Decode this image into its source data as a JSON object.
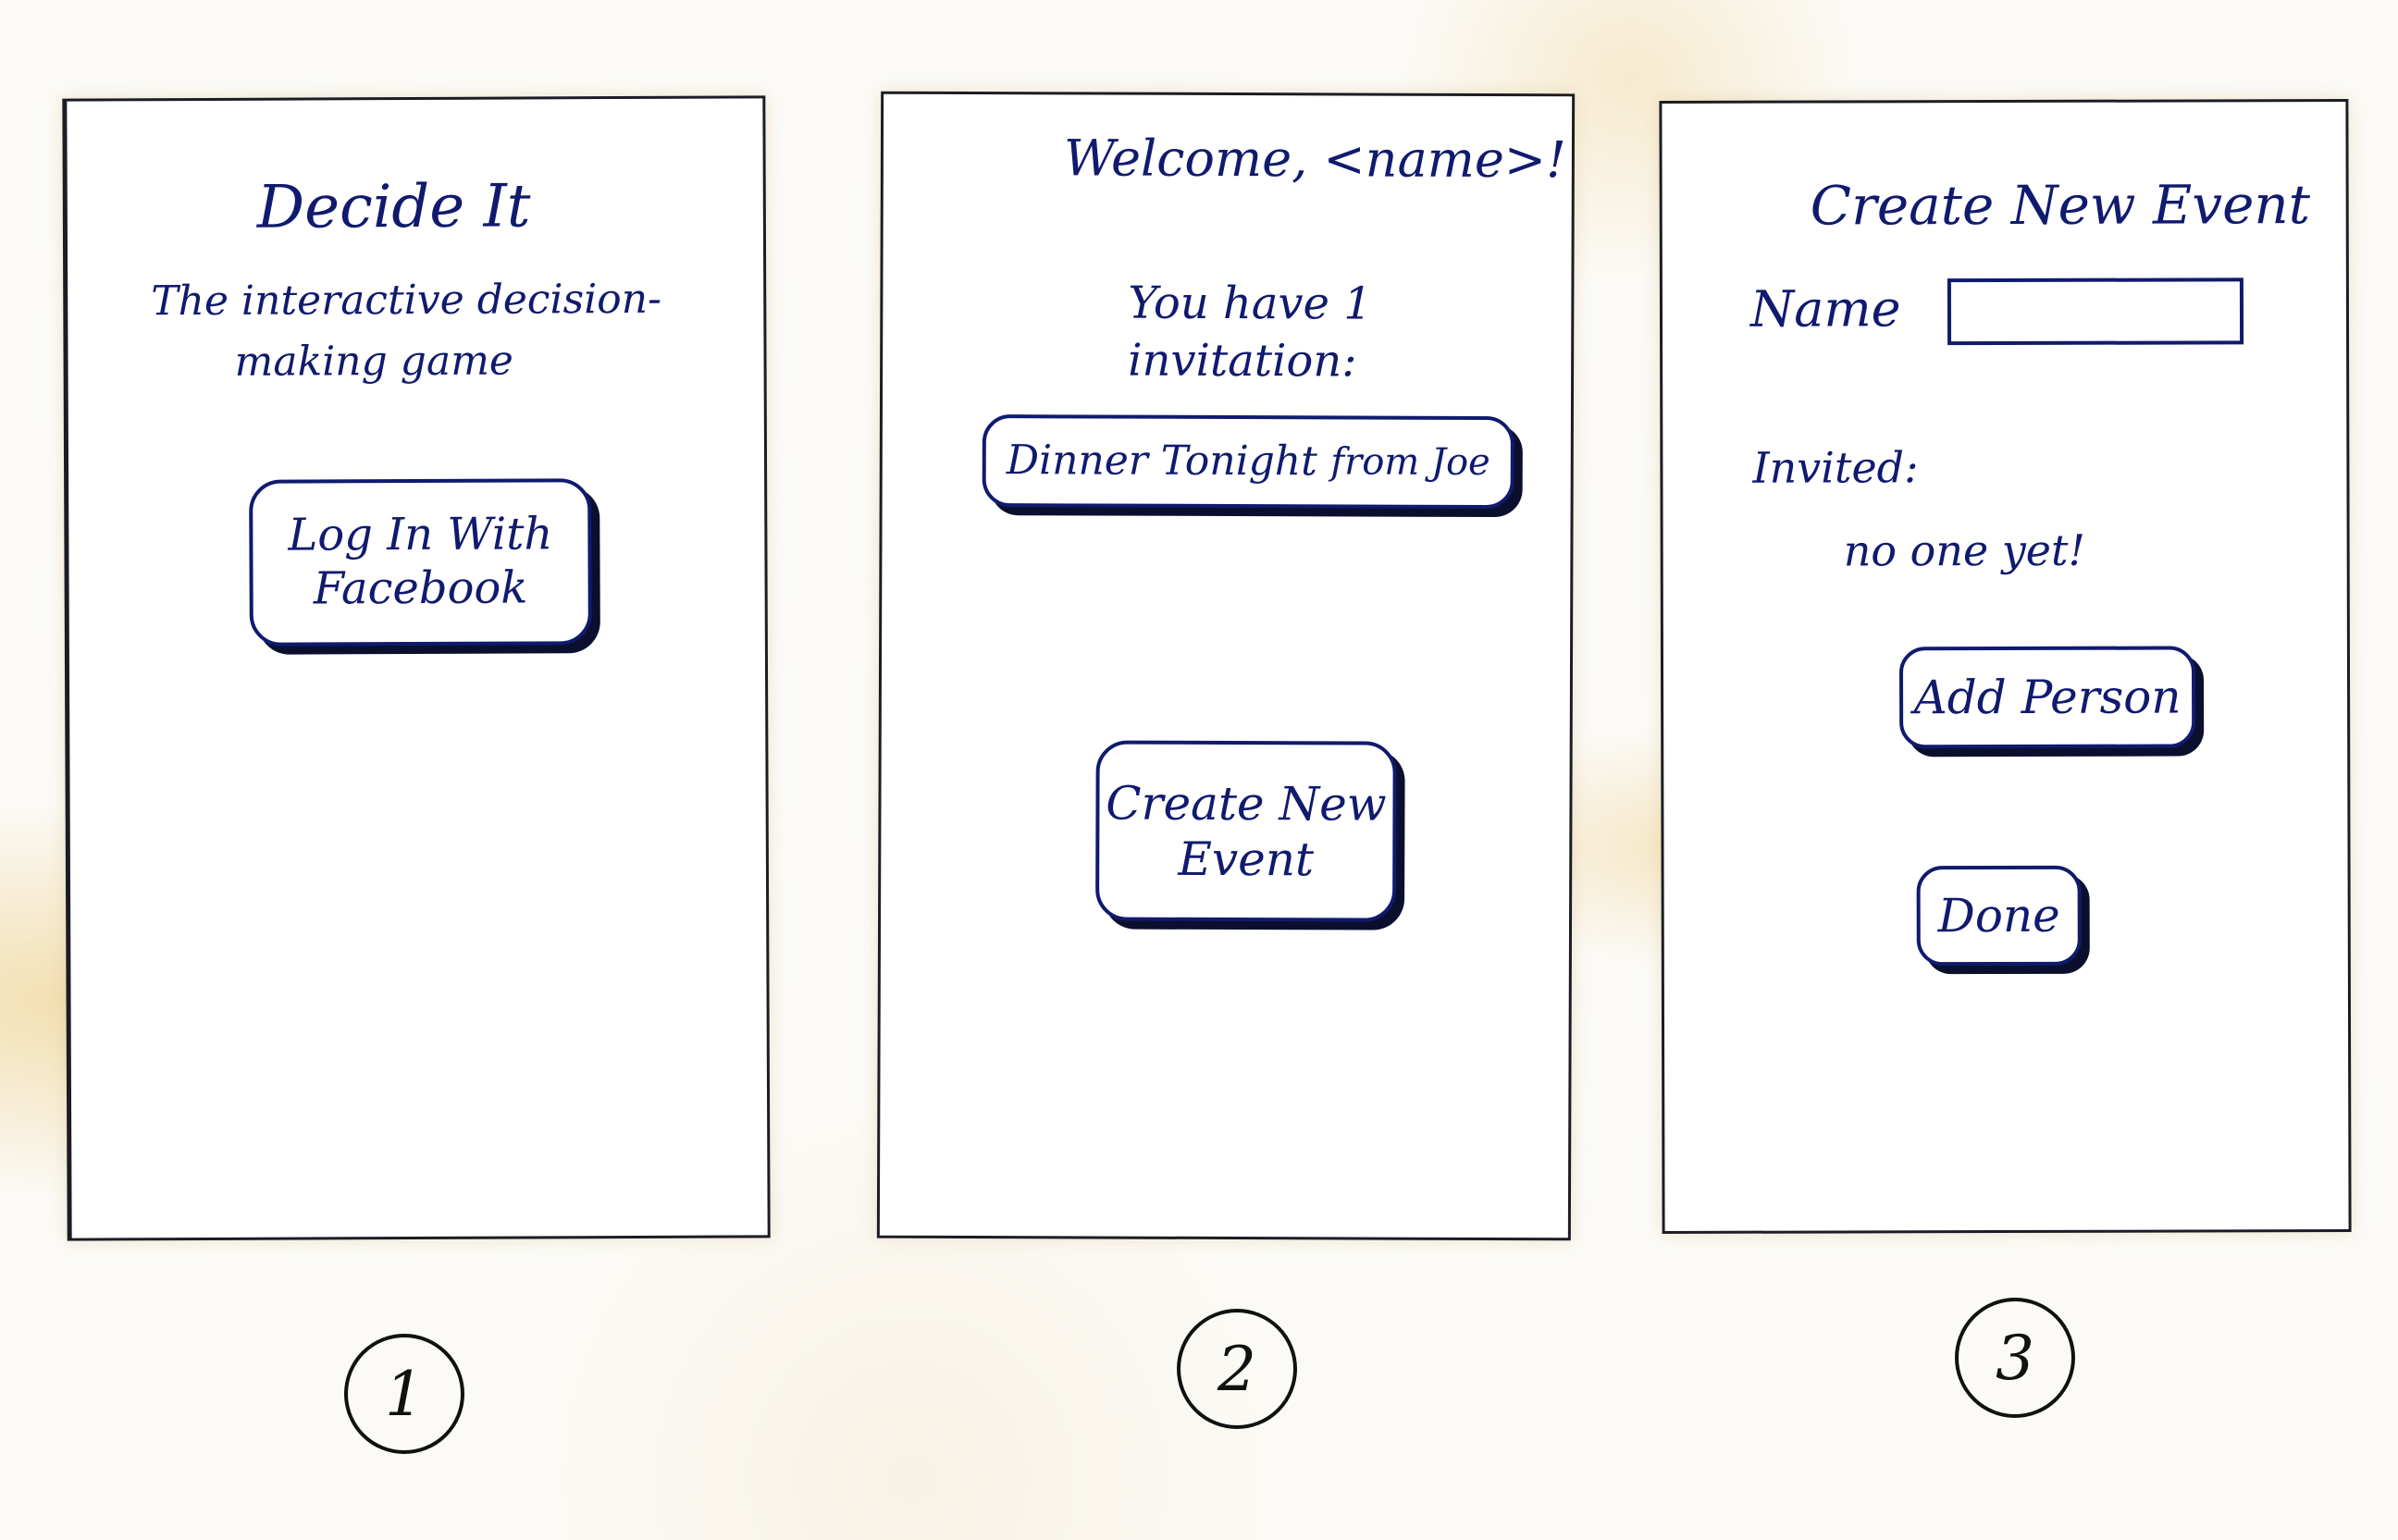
{
  "screen1": {
    "number": "1",
    "title": "Decide It",
    "tagline_line1": "The interactive decision-",
    "tagline_line2": "making game",
    "login_button": "Log In With\nFacebook"
  },
  "screen2": {
    "number": "2",
    "welcome": "Welcome, <name>!",
    "invite_line1": "You have 1",
    "invite_line2": "invitation:",
    "invitation": {
      "event": "Dinner Tonight",
      "sender": "from Joe"
    },
    "create_button": "Create New\nEvent"
  },
  "screen3": {
    "number": "3",
    "title": "Create New Event",
    "name_label": "Name",
    "name_value": "",
    "invited_label": "Invited:",
    "invited_empty": "no one yet!",
    "add_person_button": "Add Person",
    "done_button": "Done"
  },
  "colors": {
    "ink_blue": "#101a6e",
    "ink_black": "#111111",
    "paper": "#ffffff"
  }
}
